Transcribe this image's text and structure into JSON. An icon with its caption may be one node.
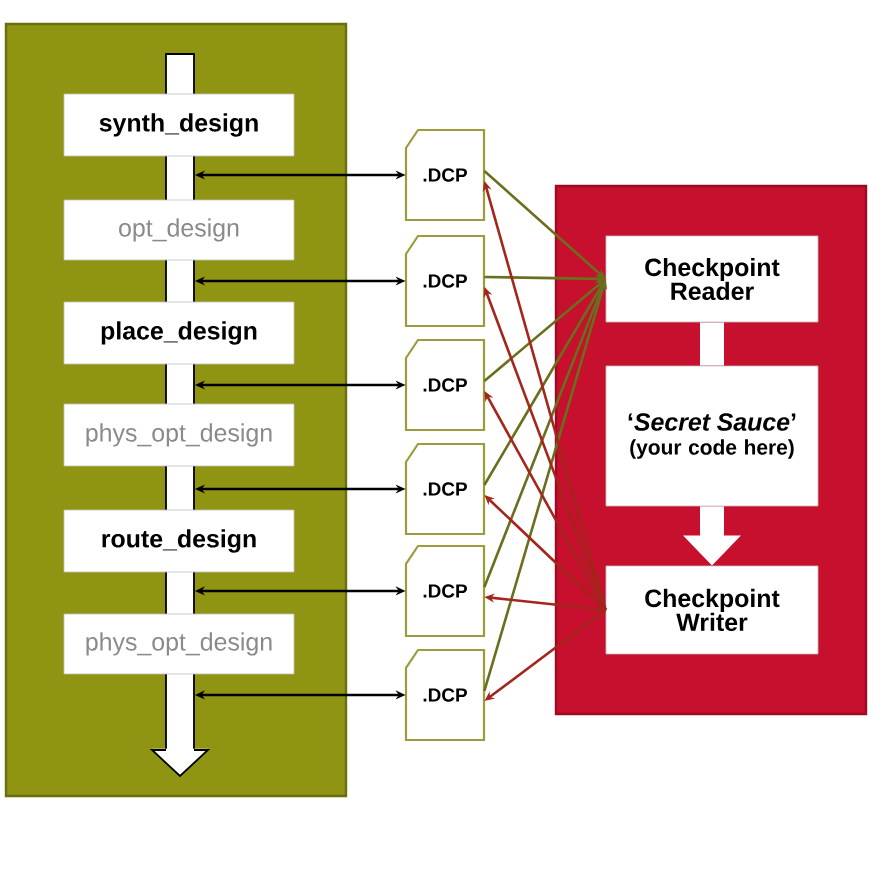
{
  "diagram": {
    "nodes": [
      {
        "text": [],
        "shape": "box"
      },
      {
        "text": [],
        "shape": "arrow",
        "in": 0
      },
      {
        "text": [
          "synth_design"
        ],
        "in": 0
      },
      {
        "text": [
          "opt_design"
        ],
        "in": 0
      },
      {
        "text": [
          "place_design"
        ],
        "in": 0
      },
      {
        "text": [
          "phys_opt_design"
        ],
        "in": 0
      },
      {
        "text": [
          "route_design"
        ],
        "in": 0
      },
      {
        "text": [
          "phys_opt_design"
        ],
        "in": 0
      },
      {
        "text": [
          ".DCP"
        ]
      },
      {
        "text": [
          ".DCP"
        ]
      },
      {
        "text": [
          ".DCP"
        ]
      },
      {
        "text": [
          ".DCP"
        ]
      },
      {
        "text": [
          ".DCP"
        ]
      },
      {
        "text": [
          ".DCP"
        ]
      },
      {
        "text": [],
        "shape": "box"
      },
      {
        "text": [
          "Checkpoint Reader"
        ],
        "in": 14
      },
      {
        "text": [
          "‘*Secret Sauce*’",
          "(your code here)"
        ],
        "in": 14
      },
      {
        "text": [
          "Checkpoint Writer"
        ],
        "in": 14
      }
    ],
    "edges": [
      {
        "from": 1,
        "to": 8,
        "arrow": "both"
      },
      {
        "from": 1,
        "to": 9,
        "arrow": "both"
      },
      {
        "from": 1,
        "to": 10,
        "arrow": "both"
      },
      {
        "from": 1,
        "to": 11,
        "arrow": "both"
      },
      {
        "from": 1,
        "to": 12,
        "arrow": "both"
      },
      {
        "from": 1,
        "to": 13,
        "arrow": "both"
      },
      {
        "from": 8,
        "to": 15,
        "arrow": "to",
        "color": "#6b6e1c"
      },
      {
        "from": 9,
        "to": 15,
        "arrow": "to",
        "color": "#6b6e1c"
      },
      {
        "from": 10,
        "to": 15,
        "arrow": "to",
        "color": "#6b6e1c"
      },
      {
        "from": 11,
        "to": 15,
        "arrow": "to",
        "color": "#6b6e1c"
      },
      {
        "from": 12,
        "to": 15,
        "arrow": "to",
        "color": "#6b6e1c"
      },
      {
        "from": 13,
        "to": 15,
        "arrow": "to",
        "color": "#6b6e1c"
      },
      {
        "from": 17,
        "to": 8,
        "arrow": "to",
        "color": "#a3261c"
      },
      {
        "from": 17,
        "to": 9,
        "arrow": "to",
        "color": "#a3261c"
      },
      {
        "from": 17,
        "to": 10,
        "arrow": "to",
        "color": "#a3261c"
      },
      {
        "from": 17,
        "to": 11,
        "arrow": "to",
        "color": "#a3261c"
      },
      {
        "from": 17,
        "to": 12,
        "arrow": "to",
        "color": "#a3261c"
      },
      {
        "from": 17,
        "to": 13,
        "arrow": "to",
        "color": "#a3261c"
      },
      {
        "from": 15,
        "to": 16,
        "arrow": "none",
        "style": "thick",
        "color": "#ffffff"
      },
      {
        "from": 16,
        "to": 17,
        "arrow": "to",
        "style": "thick",
        "color": "#ffffff"
      }
    ]
  }
}
